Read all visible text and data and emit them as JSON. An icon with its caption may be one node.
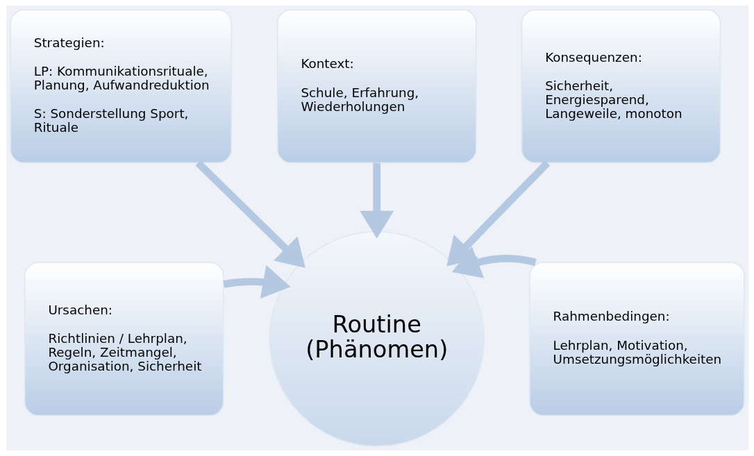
{
  "diagram": {
    "nodes": [
      {
        "text": [
          "Strategien:",
          "LP: Kommunikationsrituale, Planung, Aufwandreduktion",
          "S: Sonderstellung Sport, Rituale"
        ]
      },
      {
        "text": [
          "Kontext:",
          "Schule, Erfahrung, Wiederholungen"
        ]
      },
      {
        "text": [
          "Konsequenzen:",
          "Sicherheit, Energiesparend, Langeweile, monoton"
        ]
      },
      {
        "text": [
          "Ursachen:",
          "Richtlinien / Lehrplan, Regeln, Zeitmangel, Organisation, Sicherheit"
        ]
      },
      {
        "text": [
          "Routine (Phänomen)"
        ]
      },
      {
        "text": [
          "Rahmenbedingen:",
          "Lehrplan, Motivation, Umsetzungsmöglichkeiten"
        ]
      }
    ],
    "edges": [
      {
        "from": 0,
        "to": 4,
        "arrow": "to"
      },
      {
        "from": 1,
        "to": 4,
        "arrow": "to"
      },
      {
        "from": 2,
        "to": 4,
        "arrow": "to"
      },
      {
        "from": 3,
        "to": 4,
        "arrow": "to"
      },
      {
        "from": 5,
        "to": 4,
        "arrow": "to"
      }
    ]
  }
}
